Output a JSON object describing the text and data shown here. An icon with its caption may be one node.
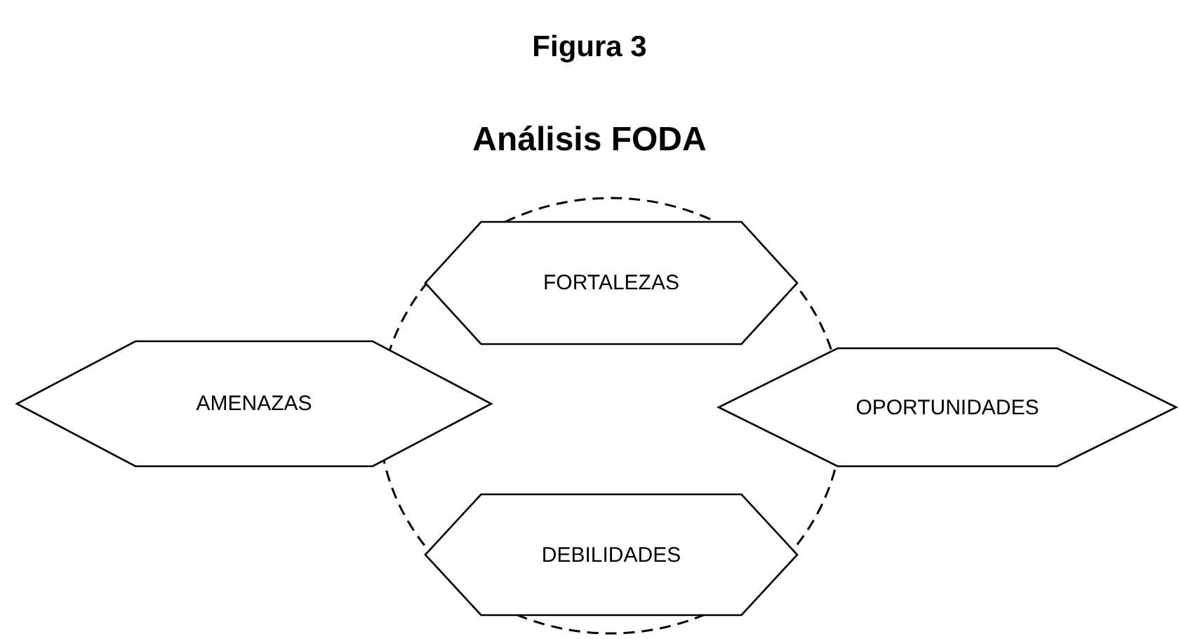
{
  "diagram": {
    "title": "Figura 3",
    "nodes": [
      {
        "text": [
          "FORTALEZAS"
        ]
      },
      {
        "text": [
          "AMENAZAS"
        ]
      },
      {
        "text": [
          "OPORTUNIDADES"
        ]
      },
      {
        "text": [
          "DEBILIDADES"
        ]
      }
    ],
    "edges": [],
    "labels": [
      "Análisis FODA"
    ]
  }
}
